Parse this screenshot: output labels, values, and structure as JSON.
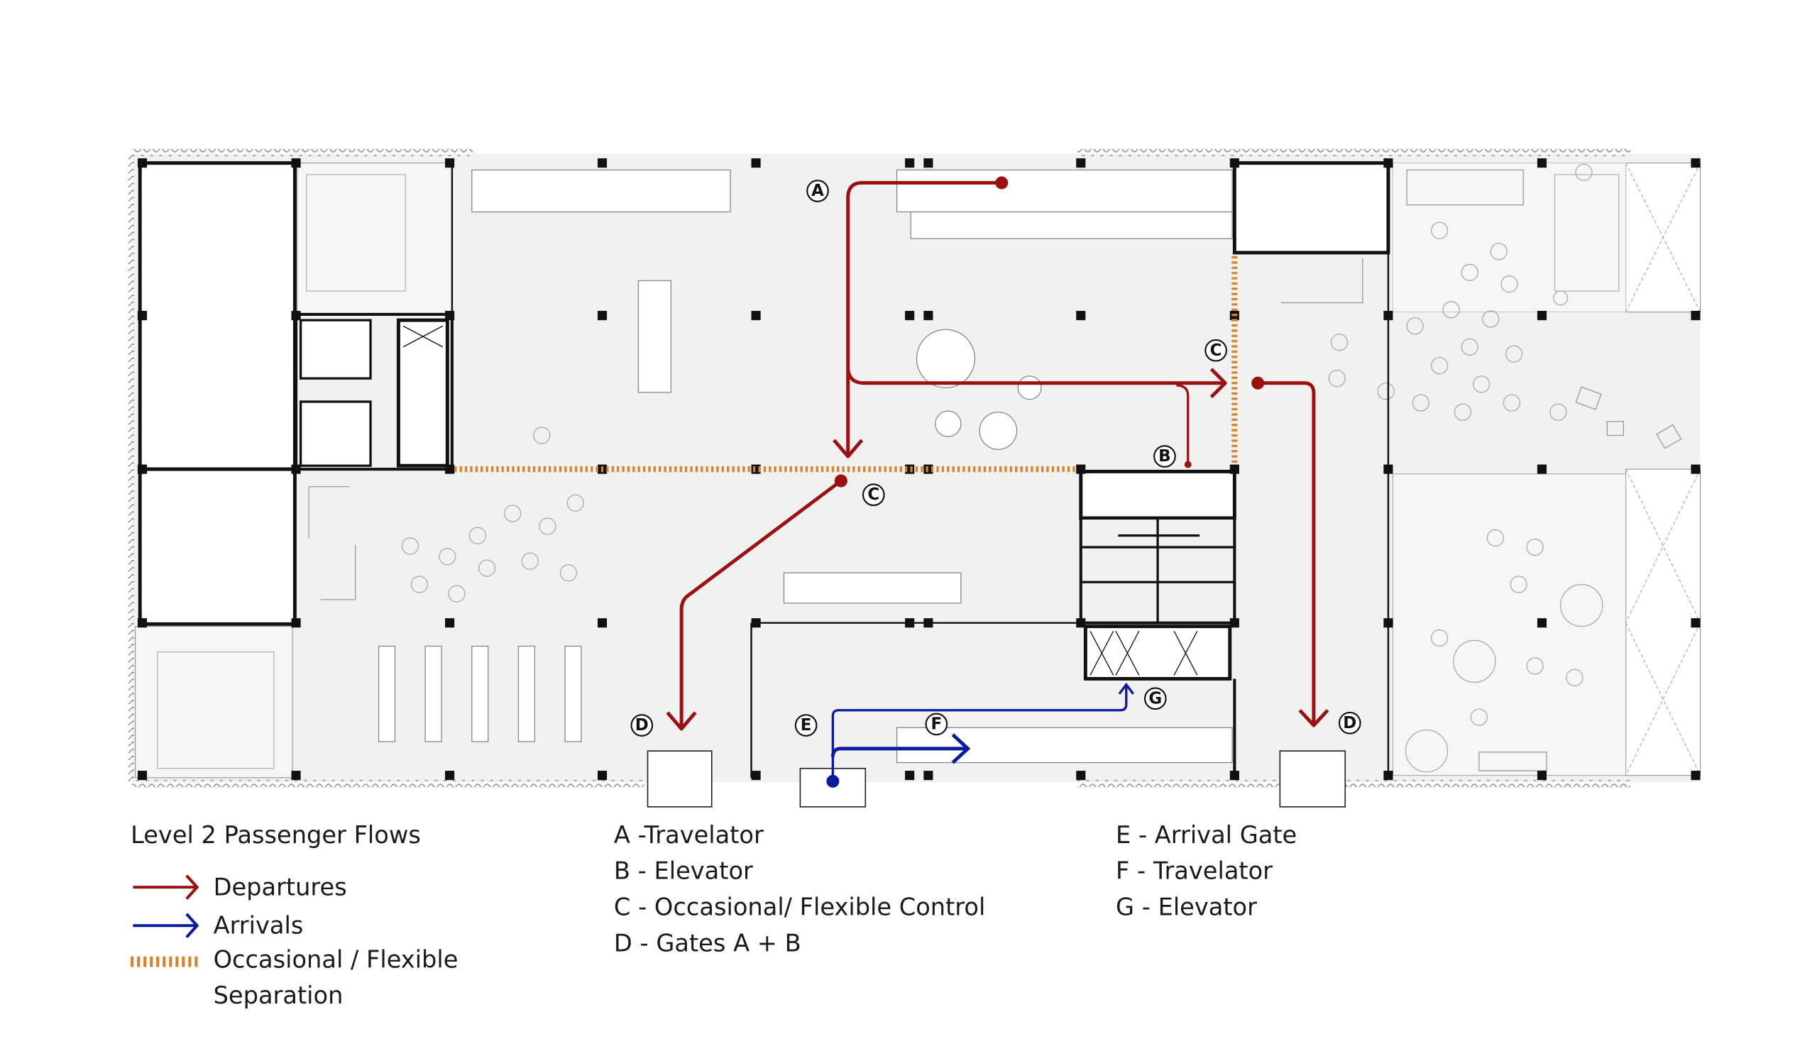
{
  "title": "Level 2 Passenger Flows",
  "legend": [
    {
      "label": "Departures",
      "color": "#9b1010",
      "kind": "arrow"
    },
    {
      "label": "Arrivals",
      "color": "#0c1aa0",
      "kind": "arrow"
    },
    {
      "label": "Occasional / Flexible",
      "label2": "Separation",
      "color": "#d9822b",
      "kind": "dashed"
    }
  ],
  "key_col1": [
    "A -Travelator",
    "B - Elevator",
    "C - Occasional/ Flexible Control",
    "D - Gates A + B"
  ],
  "key_col2": [
    "E - Arrival Gate",
    "F - Travelator",
    "G - Elevator"
  ],
  "markers": {
    "A": "A",
    "B": "B",
    "C1": "C",
    "C2": "C",
    "D1": "D",
    "D2": "D",
    "E": "E",
    "F": "F",
    "G": "G"
  },
  "colors": {
    "departures": "#9b1010",
    "arrivals": "#0c1aa0",
    "separation": "#d9822b",
    "floor": "#f1f1f1"
  }
}
